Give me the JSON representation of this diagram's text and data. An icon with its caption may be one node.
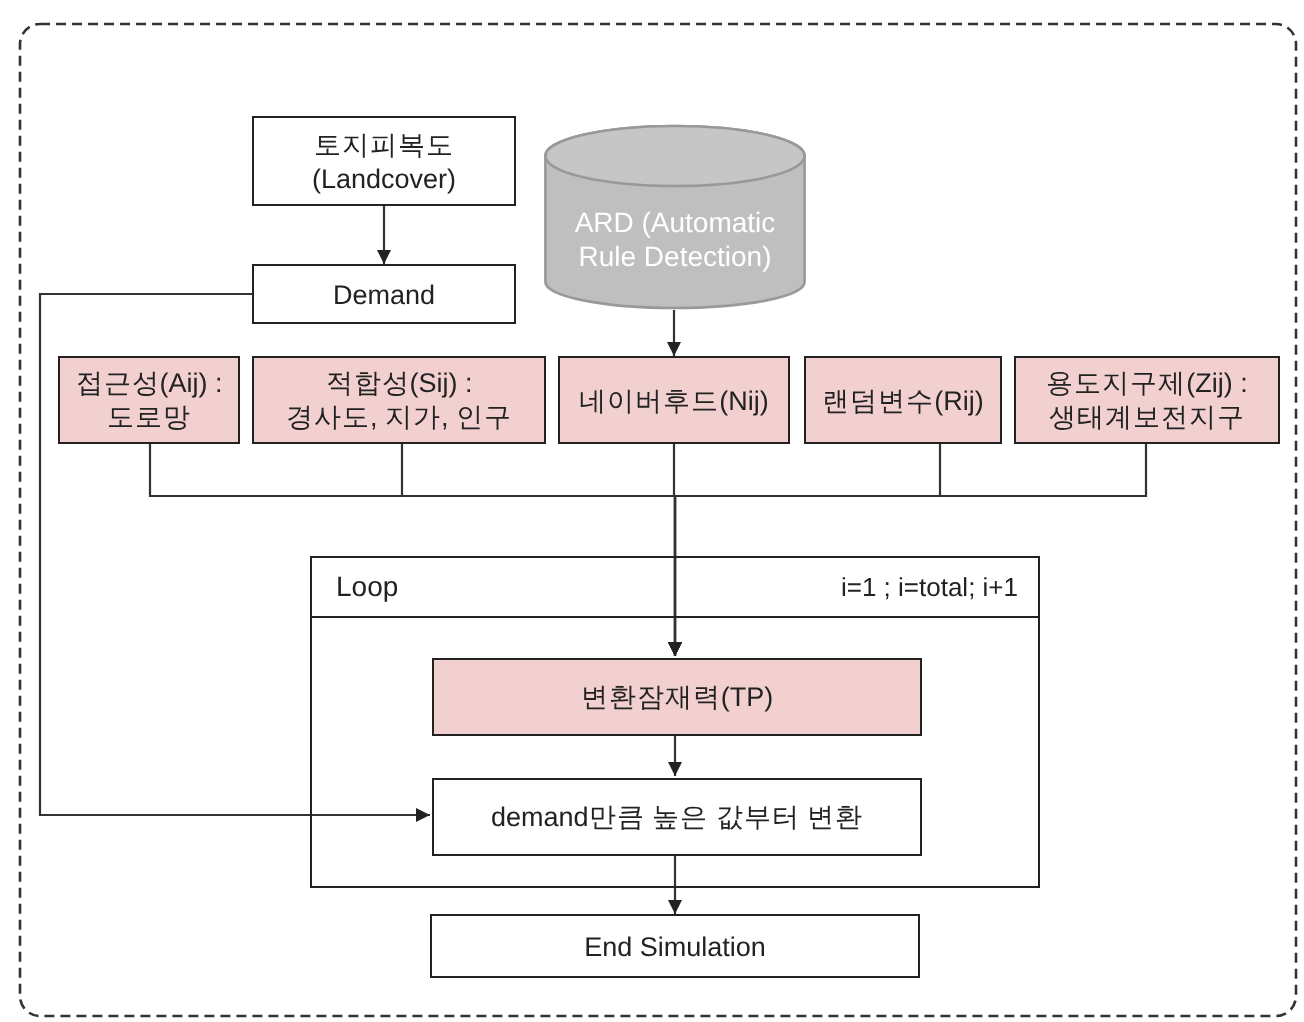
{
  "diagram": {
    "nodes": [
      {
        "text": [
          "토지피복도 (Landcover)"
        ]
      },
      {
        "text": [
          "Demand"
        ]
      },
      {
        "text": [
          "ARD (Automatic Rule Detection)"
        ]
      },
      {
        "text": [
          "접근성(Aij) : 도로망"
        ]
      },
      {
        "text": [
          "적합성(Sij) : 경사도, 지가, 인구"
        ]
      },
      {
        "text": [
          "네이버후드(Nij)"
        ]
      },
      {
        "text": [
          "랜덤변수(Rij)"
        ]
      },
      {
        "text": [
          "용도지구제(Zij) : 생태계보전지구"
        ]
      },
      {
        "text": [
          "Loop",
          "i=1 ; i=total; i+1"
        ]
      },
      {
        "text": [
          "변환잠재력(TP)"
        ],
        "in": 8
      },
      {
        "text": [
          "demand만큼 높은 값부터 변환"
        ],
        "in": 8
      },
      {
        "text": [
          "End Simulation"
        ]
      }
    ],
    "edges": [
      {
        "from": 0,
        "to": 1,
        "arrow": "to"
      },
      {
        "from": 2,
        "to": 5,
        "arrow": "to"
      },
      {
        "from": 1,
        "to": 10,
        "arrow": "to"
      },
      {
        "from": 3,
        "to": 9,
        "arrow": "to"
      },
      {
        "from": 4,
        "to": 9,
        "arrow": "to"
      },
      {
        "from": 5,
        "to": 9,
        "arrow": "to"
      },
      {
        "from": 6,
        "to": 9,
        "arrow": "to"
      },
      {
        "from": 7,
        "to": 9,
        "arrow": "to"
      },
      {
        "from": 9,
        "to": 10,
        "arrow": "to"
      },
      {
        "from": 10,
        "to": 11,
        "arrow": "to"
      }
    ]
  }
}
